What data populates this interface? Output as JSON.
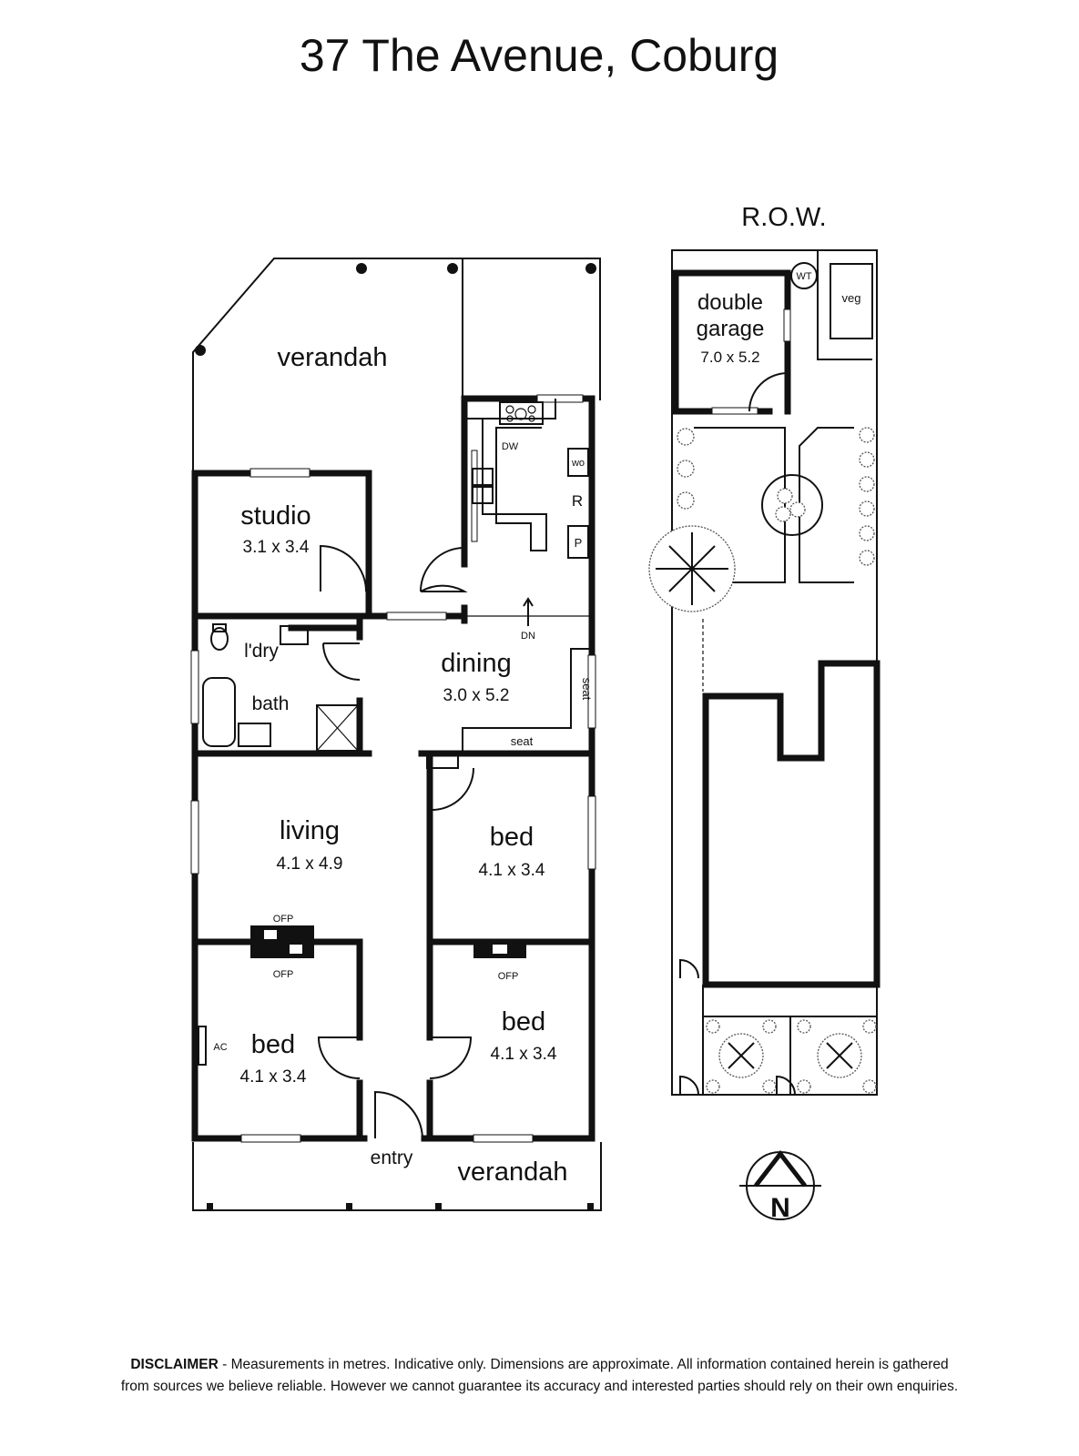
{
  "title": "37 The Avenue, Coburg",
  "row_label": "R.O.W.",
  "rooms": {
    "verandah_rear": {
      "name": "verandah"
    },
    "studio": {
      "name": "studio",
      "dims": "3.1 x 3.4"
    },
    "laundry": {
      "name": "l'dry"
    },
    "bath": {
      "name": "bath"
    },
    "dining": {
      "name": "dining",
      "dims": "3.0 x 5.2"
    },
    "living": {
      "name": "living",
      "dims": "4.1 x 4.9"
    },
    "bed_middle": {
      "name": "bed",
      "dims": "4.1 x 3.4"
    },
    "bed_front_left": {
      "name": "bed",
      "dims": "4.1 x 3.4"
    },
    "bed_front_right": {
      "name": "bed",
      "dims": "4.1 x 3.4"
    },
    "verandah_front": {
      "name": "verandah"
    },
    "entry": {
      "name": "entry"
    },
    "garage": {
      "name_line1": "double",
      "name_line2": "garage",
      "dims": "7.0 x 5.2"
    }
  },
  "fixtures": {
    "dishwasher": "DW",
    "wall_oven": "wo",
    "refrigerator": "R",
    "pantry": "P",
    "down": "DN",
    "seat_side": "seat",
    "seat_bottom": "seat",
    "ofp_living": "OFP",
    "ofp_bed_left": "OFP",
    "ofp_bed_right": "OFP",
    "air_conditioner": "AC",
    "water_tank": "WT",
    "veg": "veg"
  },
  "compass": {
    "letter": "N"
  },
  "disclaimer": {
    "heading": "DISCLAIMER",
    "text_line1": " - Measurements in metres. Indicative only. Dimensions are approximate. All information contained herein is gathered",
    "text_line2": "from sources we believe reliable. However we cannot guarantee its accuracy and interested parties should rely on their own enquiries."
  }
}
